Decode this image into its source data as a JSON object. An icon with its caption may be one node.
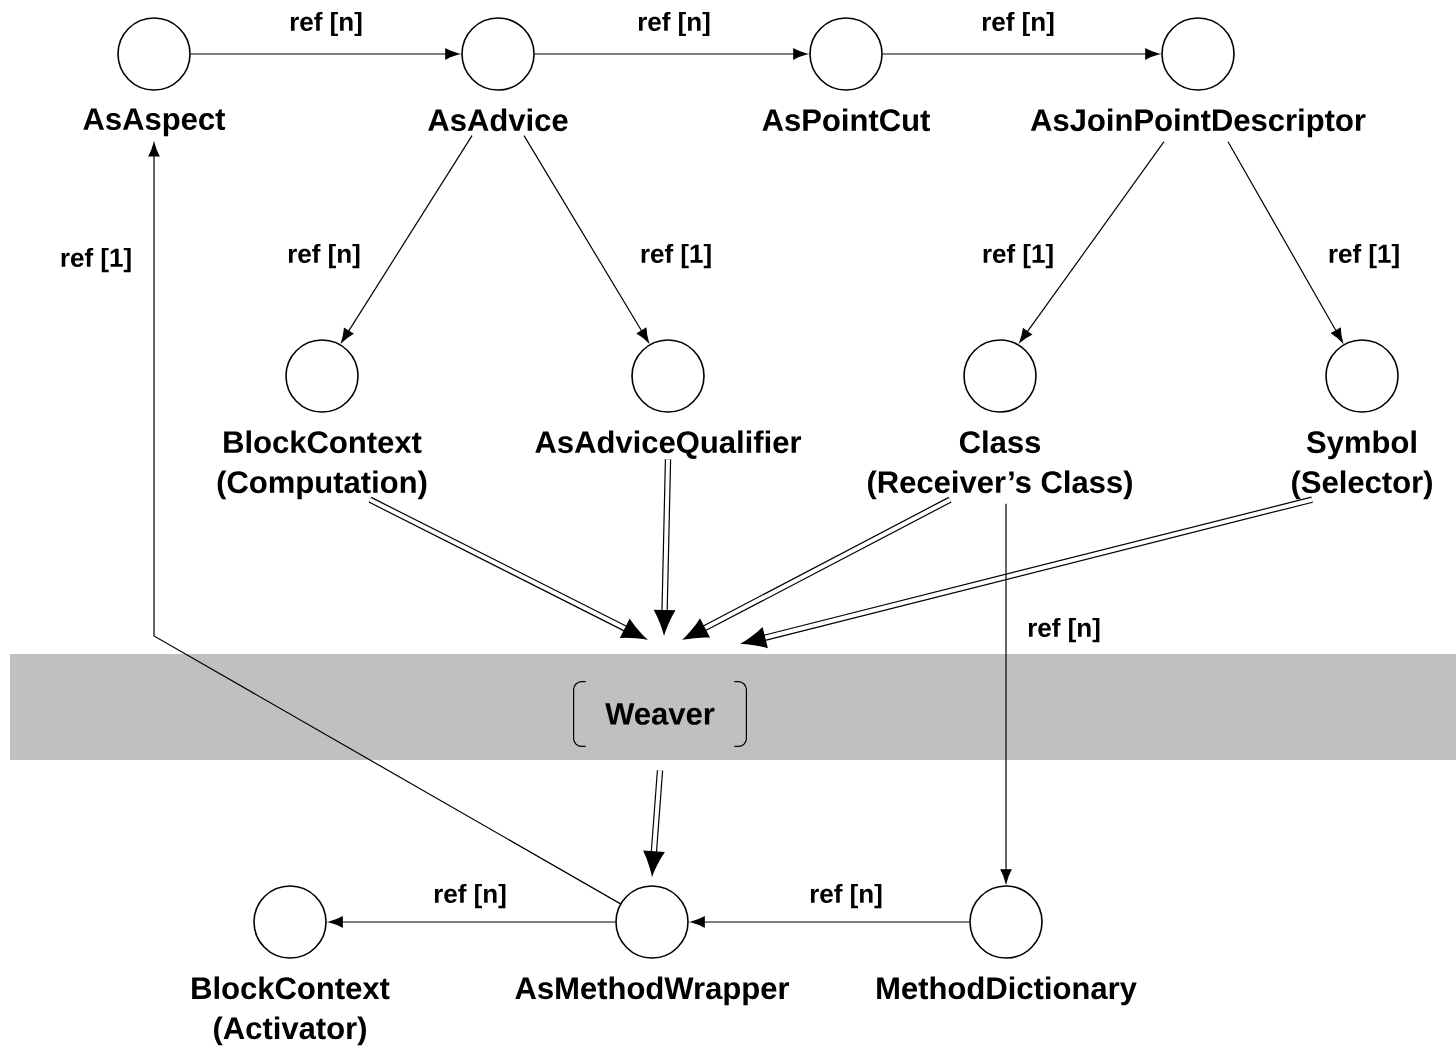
{
  "diagram": {
    "nodes": [
      {
        "text": [
          "AsAspect"
        ]
      },
      {
        "text": [
          "AsAdvice"
        ]
      },
      {
        "text": [
          "AsPointCut"
        ]
      },
      {
        "text": [
          "AsJoinPointDescriptor"
        ]
      },
      {
        "text": [
          "BlockContext",
          "(Computation)"
        ]
      },
      {
        "text": [
          "AsAdviceQualifier"
        ]
      },
      {
        "text": [
          "Class",
          "(Receiver’s Class)"
        ]
      },
      {
        "text": [
          "Symbol",
          "(Selector)"
        ]
      },
      {
        "text": [
          "Weaver"
        ]
      },
      {
        "text": [
          "BlockContext",
          "(Activator)"
        ]
      },
      {
        "text": [
          "AsMethodWrapper"
        ]
      },
      {
        "text": [
          "MethodDictionary"
        ]
      }
    ],
    "edges": [
      {
        "from": 0,
        "to": 1,
        "arrow": "to",
        "label": "ref [n]"
      },
      {
        "from": 1,
        "to": 2,
        "arrow": "to",
        "label": "ref [n]"
      },
      {
        "from": 2,
        "to": 3,
        "arrow": "to",
        "label": "ref [n]"
      },
      {
        "from": 1,
        "to": 4,
        "arrow": "to",
        "label": "ref [n]"
      },
      {
        "from": 1,
        "to": 5,
        "arrow": "to",
        "label": "ref [1]"
      },
      {
        "from": 3,
        "to": 6,
        "arrow": "to",
        "label": "ref [1]"
      },
      {
        "from": 3,
        "to": 7,
        "arrow": "to",
        "label": "ref [1]"
      },
      {
        "from": 4,
        "to": 8,
        "arrow": "to",
        "style": "thick"
      },
      {
        "from": 5,
        "to": 8,
        "arrow": "to",
        "style": "thick"
      },
      {
        "from": 6,
        "to": 8,
        "arrow": "to",
        "style": "thick"
      },
      {
        "from": 7,
        "to": 8,
        "arrow": "to",
        "style": "thick"
      },
      {
        "from": 8,
        "to": 10,
        "arrow": "to",
        "style": "thick"
      },
      {
        "from": 10,
        "to": 0,
        "arrow": "to",
        "label": "ref [1]"
      },
      {
        "from": 6,
        "to": 11,
        "arrow": "to",
        "label": "ref [n]"
      },
      {
        "from": 11,
        "to": 10,
        "arrow": "to",
        "label": "ref [n]"
      },
      {
        "from": 10,
        "to": 9,
        "arrow": "to",
        "label": "ref [n]"
      }
    ]
  }
}
